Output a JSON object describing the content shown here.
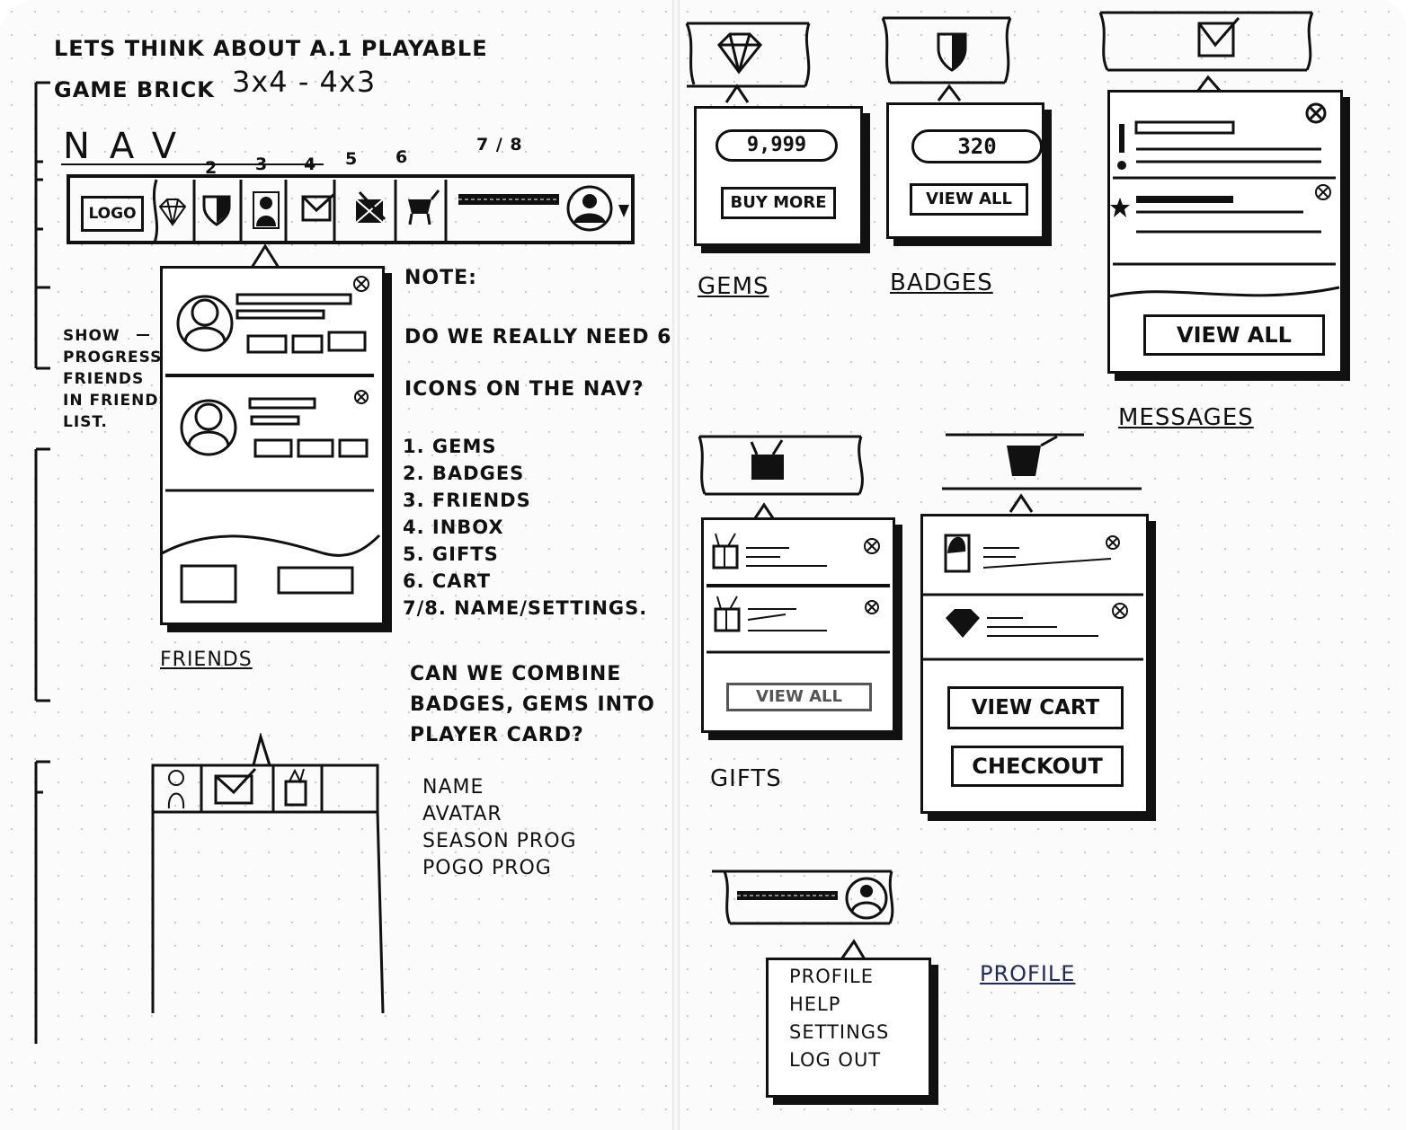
{
  "header": {
    "line1": "LETS THINK ABOUT A.1 PLAYABLE",
    "line2": "GAME BRICK",
    "grid_sizes": "3x4 - 4x3",
    "nav_title": "NAV"
  },
  "nav": {
    "numbers": [
      "2",
      "3",
      "4",
      "5",
      "6",
      "7 / 8"
    ],
    "logo": "LOGO",
    "icons": [
      "gem-icon",
      "badge-icon",
      "friend-icon",
      "inbox-icon",
      "gift-icon",
      "cart-icon"
    ]
  },
  "side_note": [
    "SHOW",
    "PROGRESS",
    "FRIENDS",
    "IN FRIENDS",
    "LIST."
  ],
  "friends": {
    "label": "FRIENDS"
  },
  "note": {
    "heading": "NOTE:",
    "question": [
      "DO WE REALLY NEED 6",
      "ICONS ON THE NAV?"
    ],
    "list": [
      "1. GEMS",
      "2. BADGES",
      "3. FRIENDS",
      "4. INBOX",
      "5. GIFTS",
      "6. CART",
      "7/8. NAME/SETTINGS."
    ],
    "combine": [
      "CAN WE COMBINE",
      "BADGES, GEMS INTO",
      "PLAYER CARD?"
    ],
    "player_card": [
      "NAME",
      "AVATAR",
      "SEASON PROG",
      "POGO PROG"
    ]
  },
  "gems": {
    "count": "9,999",
    "button": "BUY MORE",
    "label": "GEMS"
  },
  "badges": {
    "count": "320",
    "button": "VIEW ALL",
    "label": "BADGES"
  },
  "messages": {
    "button": "VIEW ALL",
    "label": "MESSAGES"
  },
  "gifts": {
    "button": "VIEW ALL",
    "label": "GIFTS"
  },
  "cart": {
    "view_cart": "VIEW CART",
    "checkout": "CHECKOUT"
  },
  "profile": {
    "items": [
      "PROFILE",
      "HELP",
      "SETTINGS",
      "LOG OUT"
    ],
    "label": "PROFILE"
  }
}
